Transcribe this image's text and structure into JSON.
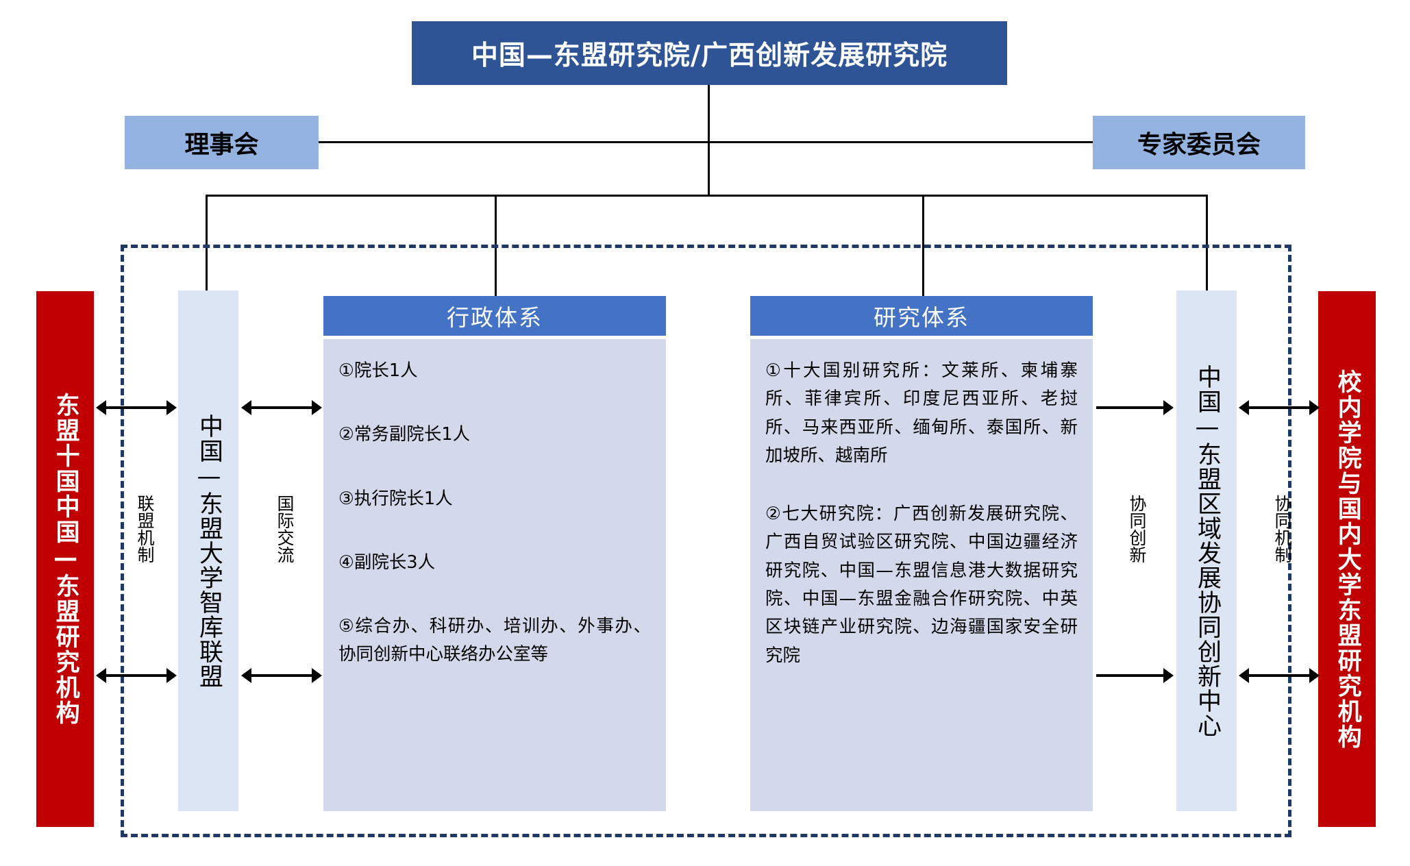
{
  "diagram": {
    "root": {
      "label": "中国—东盟研究院/广西创新发展研究院"
    },
    "governance": {
      "left": {
        "label": "理事会"
      },
      "right": {
        "label": "专家委员会"
      }
    },
    "outer_left": {
      "label": "东盟十国中国—东盟研究机构"
    },
    "outer_right": {
      "label": "校内学院与国内大学东盟研究机构"
    },
    "alliance_column": {
      "label": "中国—东盟大学智库联盟"
    },
    "center_column": {
      "label": "中国—东盟区域发展协同创新中心"
    },
    "relations": {
      "alliance_mechanism": "联盟机制",
      "international_exchange": "国际交流",
      "collaborative_innovation": "协同创新",
      "collaborative_mechanism": "协同机制"
    },
    "admin_system": {
      "title": "行政体系",
      "items": [
        "①院长1人",
        "②常务副院长1人",
        "③执行院长1人",
        "④副院长3人",
        "⑤综合办、科研办、培训办、外事办、协同创新中心联络办公室等"
      ]
    },
    "research_system": {
      "title": "研究体系",
      "items": [
        "①十大国别研究所：文莱所、柬埔寨所、菲律宾所、印度尼西亚所、老挝所、马来西亚所、缅甸所、泰国所、新加坡所、越南所",
        "②七大研究院：广西创新发展研究院、广西自贸试验区研究院、中国边疆经济研究院、中国—东盟信息港大数据研究院、中国—东盟金融合作研究院、中英区块链产业研究院、边海疆国家安全研究院"
      ]
    },
    "colors": {
      "root_blue": "#2E5496",
      "governance_blue": "#95B3E0",
      "system_header_blue": "#4472C4",
      "system_body_blue": "#D3D9EA",
      "light_column_blue": "#DCE5F4",
      "red": "#C00000",
      "dashed_border": "#1F3864",
      "connector": "#000000"
    }
  }
}
